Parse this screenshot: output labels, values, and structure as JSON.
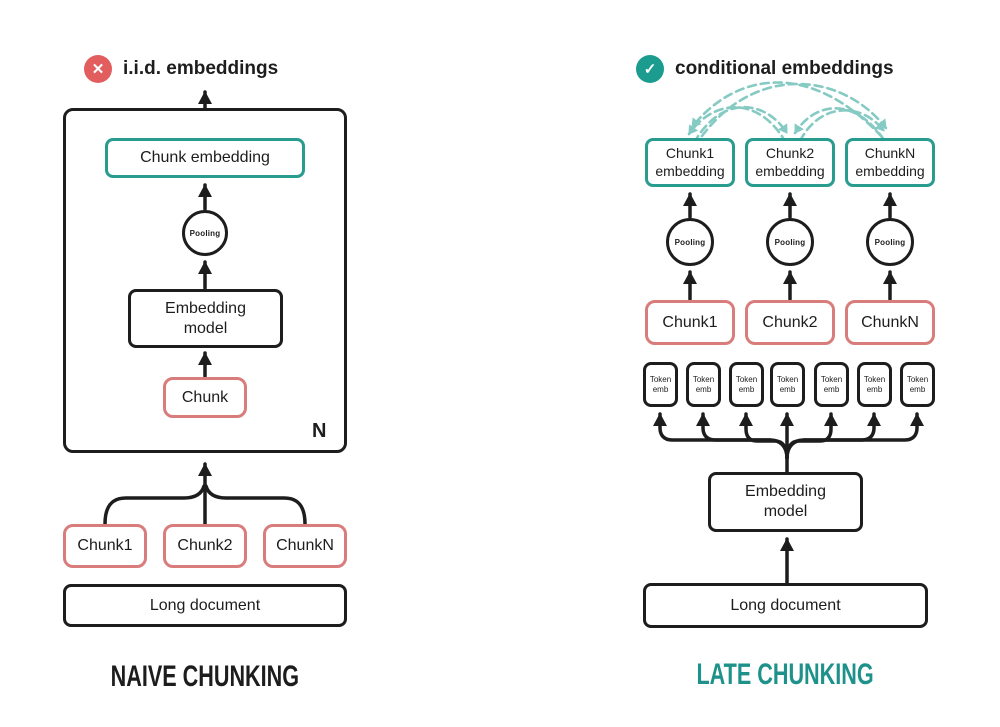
{
  "colors": {
    "ink": "#1d1d1d",
    "teal_border": "#289c8f",
    "red_border": "#d87c7c",
    "badge_red": "#e25e5e",
    "badge_teal": "#1b9c8f",
    "arc_teal": "#85cac3",
    "caption_teal": "#1e918b"
  },
  "icons": {
    "x_glyph": "✕",
    "check_glyph": "✓"
  },
  "left_panel": {
    "title": "i.i.d. embeddings",
    "chunk_embedding_label": "Chunk embedding",
    "pooling_label": "Pooling",
    "embedding_model_label": "Embedding\nmodel",
    "chunk_label": "Chunk",
    "repeat_label": "N",
    "chunks": [
      "Chunk1",
      "Chunk2",
      "ChunkN"
    ],
    "long_document_label": "Long document",
    "caption": "NAIVE CHUNKING"
  },
  "right_panel": {
    "title": "conditional embeddings",
    "embeddings": [
      "Chunk1\nembedding",
      "Chunk2\nembedding",
      "ChunkN\nembedding"
    ],
    "pooling_label": "Pooling",
    "chunks": [
      "Chunk1",
      "Chunk2",
      "ChunkN"
    ],
    "token_label": "Token\nemb",
    "embedding_model_label": "Embedding\nmodel",
    "long_document_label": "Long document",
    "caption": "LATE CHUNKING"
  }
}
